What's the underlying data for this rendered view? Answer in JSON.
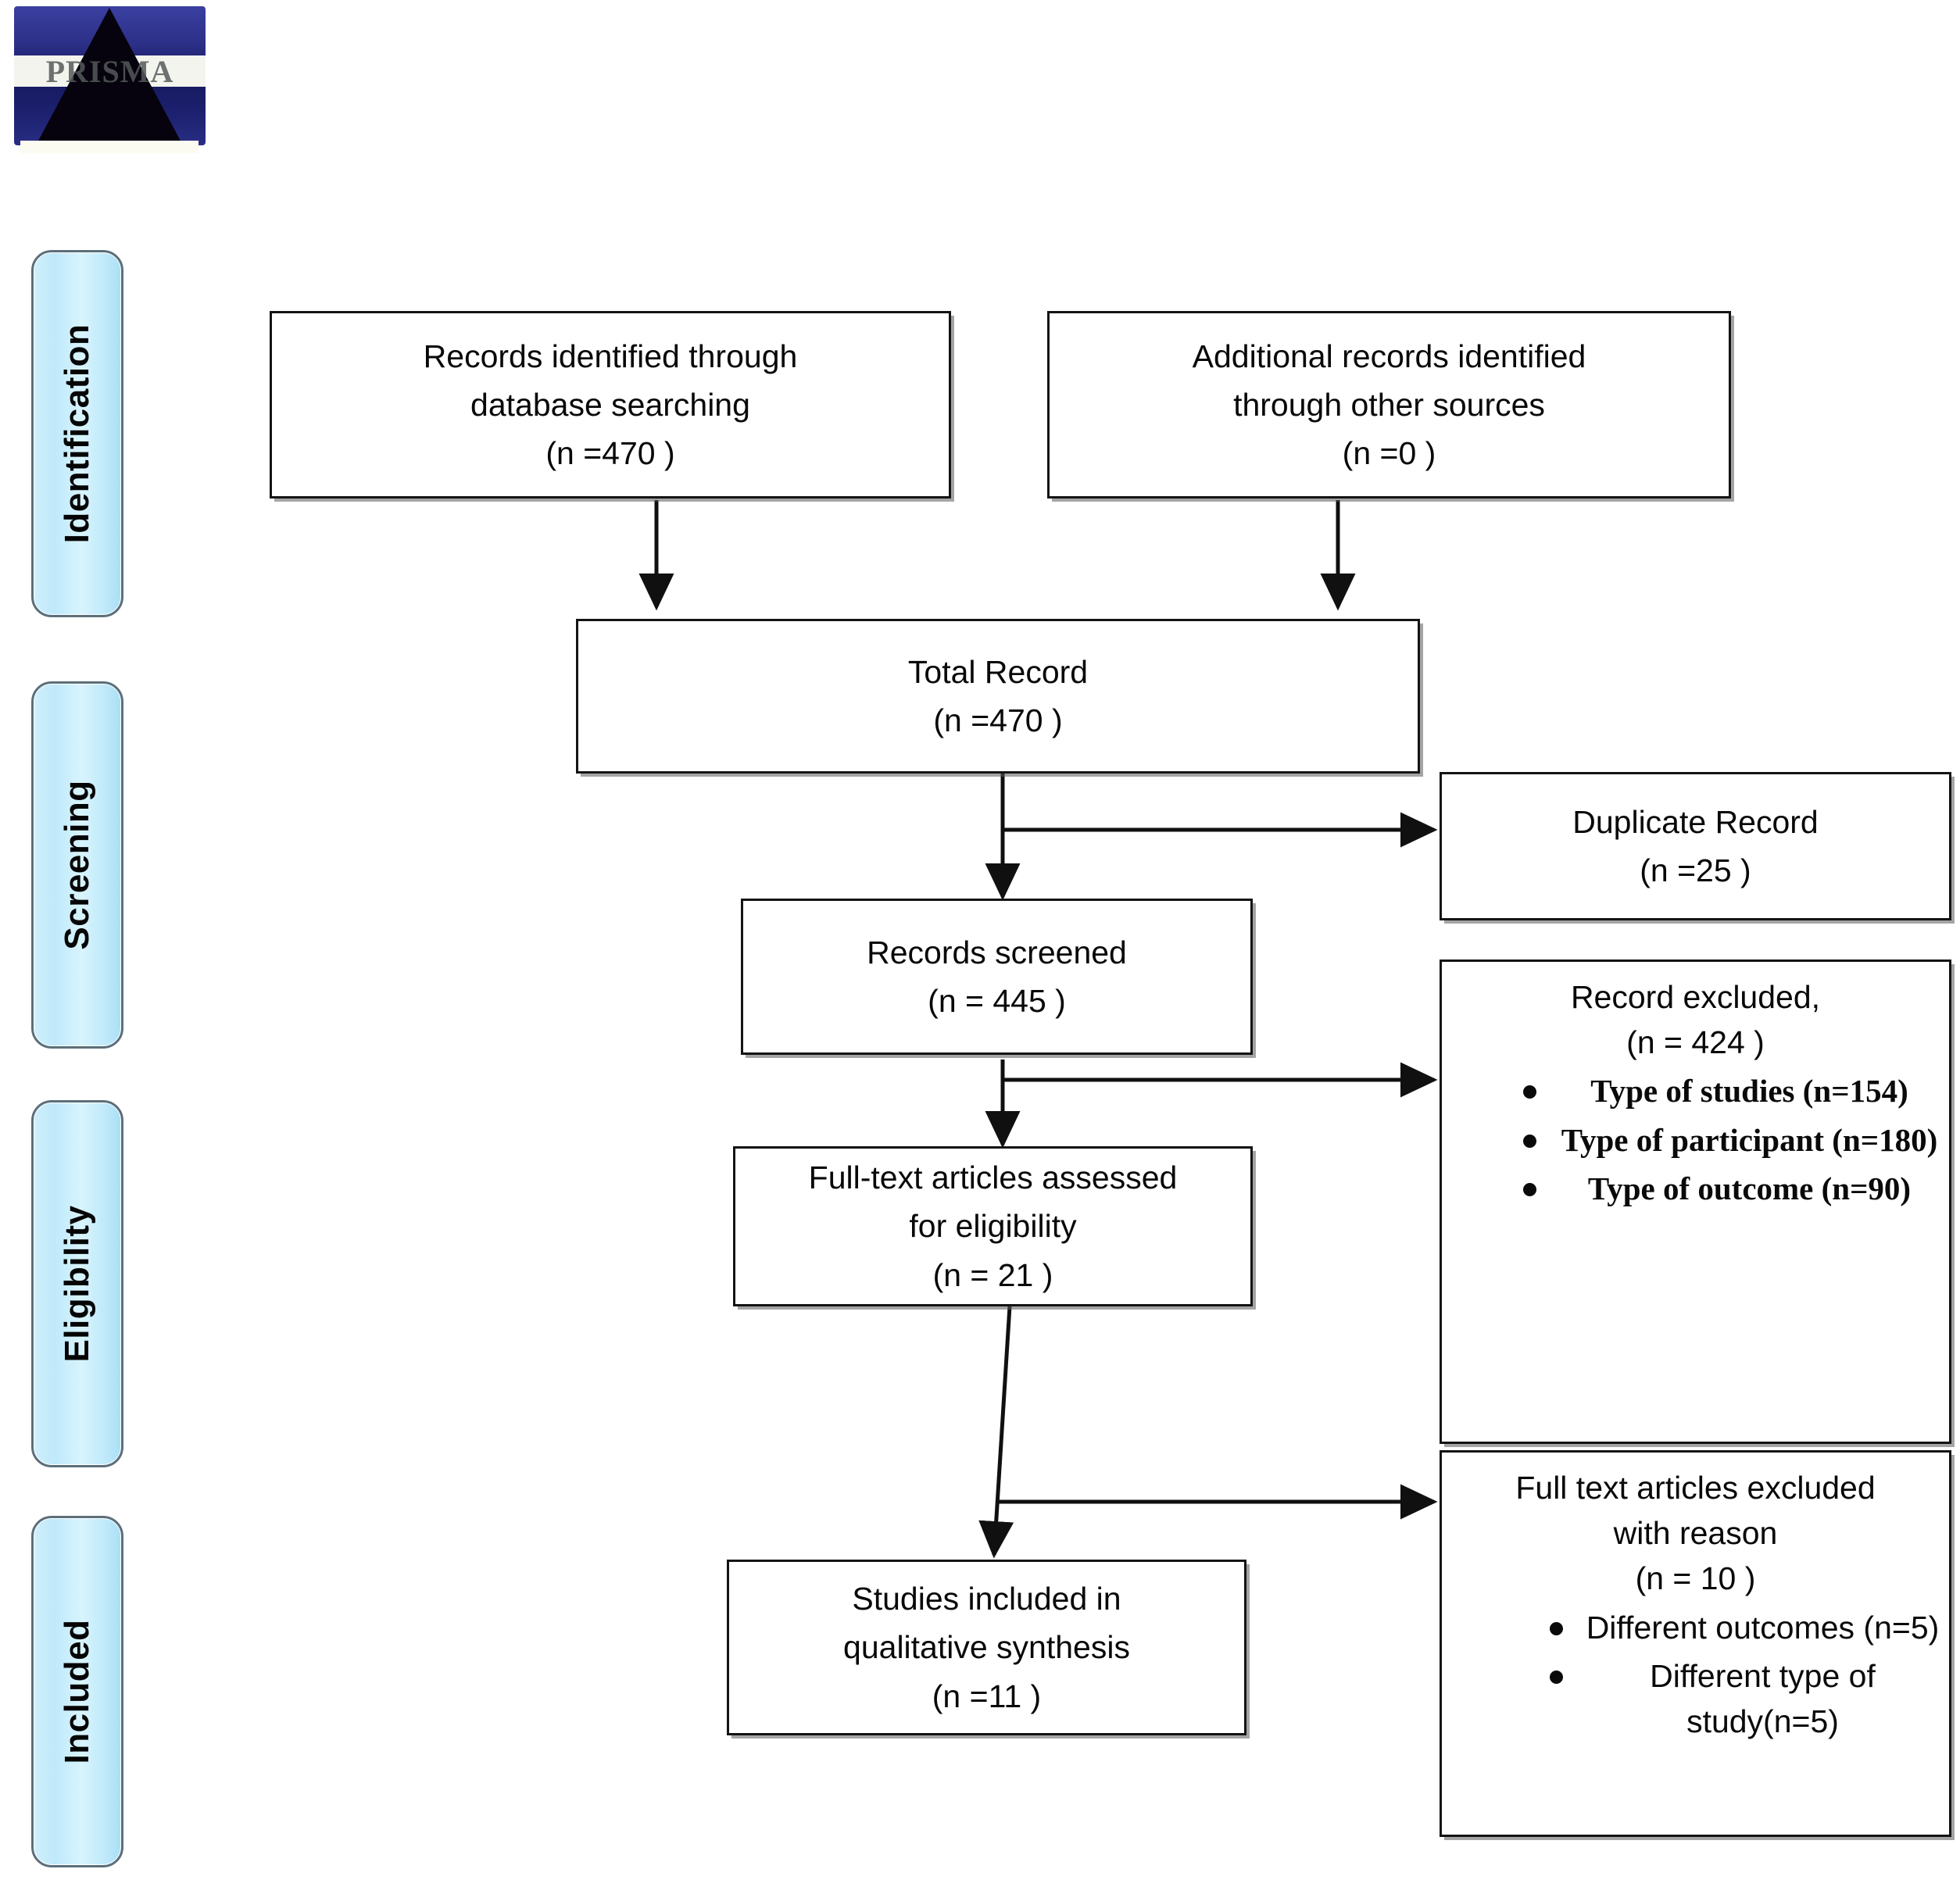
{
  "logo": {
    "wordmark": "PRISMA",
    "alt": "prisma-logo"
  },
  "stages": [
    {
      "id": "identification",
      "label": "Identification"
    },
    {
      "id": "screening",
      "label": "Screening"
    },
    {
      "id": "eligibility",
      "label": "Eligibility"
    },
    {
      "id": "included",
      "label": "Included"
    }
  ],
  "boxes": {
    "records_identified_db": {
      "text": "Records identified through\ndatabase searching\n(n =470  )"
    },
    "additional_records": {
      "text": "Additional records identified\nthrough other sources\n(n =0   )"
    },
    "total_record": {
      "text": "Total Record\n(n =470   )"
    },
    "duplicate_record": {
      "text": "Duplicate Record\n(n =25  )"
    },
    "records_screened": {
      "text": "Records screened\n(n =  445 )"
    },
    "records_excluded": {
      "heading": "Record  excluded,\n(n = 424  )",
      "reasons": [
        "Type of studies (n=154)",
        "Type of participant (n=180)",
        "Type of outcome (n=90)"
      ]
    },
    "fulltext_assessed": {
      "text": "Full-text articles assessed\nfor eligibility\n(n = 21  )"
    },
    "fulltext_excluded": {
      "heading": "Full text articles excluded\nwith reason\n(n =  10  )",
      "reasons": [
        "Different outcomes (n=5)",
        "Different type of study(n=5)"
      ]
    },
    "studies_included": {
      "text": "Studies included in\nqualitative synthesis\n(n =11   )"
    }
  },
  "chart_data": {
    "type": "diagram",
    "title": "PRISMA flow diagram",
    "nodes": [
      {
        "id": "records_identified_db",
        "stage": "Identification",
        "label": "Records identified through database searching",
        "n": 470
      },
      {
        "id": "additional_records",
        "stage": "Identification",
        "label": "Additional records identified through other sources",
        "n": 0
      },
      {
        "id": "total_record",
        "stage": "Identification",
        "label": "Total Record",
        "n": 470
      },
      {
        "id": "duplicate_record",
        "stage": "Screening",
        "label": "Duplicate Record",
        "n": 25
      },
      {
        "id": "records_screened",
        "stage": "Screening",
        "label": "Records screened",
        "n": 445
      },
      {
        "id": "records_excluded",
        "stage": "Screening",
        "label": "Record excluded",
        "n": 424,
        "breakdown": [
          {
            "label": "Type of studies",
            "n": 154
          },
          {
            "label": "Type of participant",
            "n": 180
          },
          {
            "label": "Type of outcome",
            "n": 90
          }
        ]
      },
      {
        "id": "fulltext_assessed",
        "stage": "Eligibility",
        "label": "Full-text articles assessed for eligibility",
        "n": 21
      },
      {
        "id": "fulltext_excluded",
        "stage": "Eligibility",
        "label": "Full text articles excluded with reason",
        "n": 10,
        "breakdown": [
          {
            "label": "Different outcomes",
            "n": 5
          },
          {
            "label": "Different type of study",
            "n": 5
          }
        ]
      },
      {
        "id": "studies_included",
        "stage": "Included",
        "label": "Studies included in qualitative synthesis",
        "n": 11
      }
    ],
    "edges": [
      {
        "from": "records_identified_db",
        "to": "total_record"
      },
      {
        "from": "additional_records",
        "to": "total_record"
      },
      {
        "from": "total_record",
        "to": "duplicate_record"
      },
      {
        "from": "total_record",
        "to": "records_screened"
      },
      {
        "from": "records_screened",
        "to": "records_excluded"
      },
      {
        "from": "records_screened",
        "to": "fulltext_assessed"
      },
      {
        "from": "fulltext_assessed",
        "to": "fulltext_excluded"
      },
      {
        "from": "fulltext_assessed",
        "to": "studies_included"
      }
    ]
  }
}
